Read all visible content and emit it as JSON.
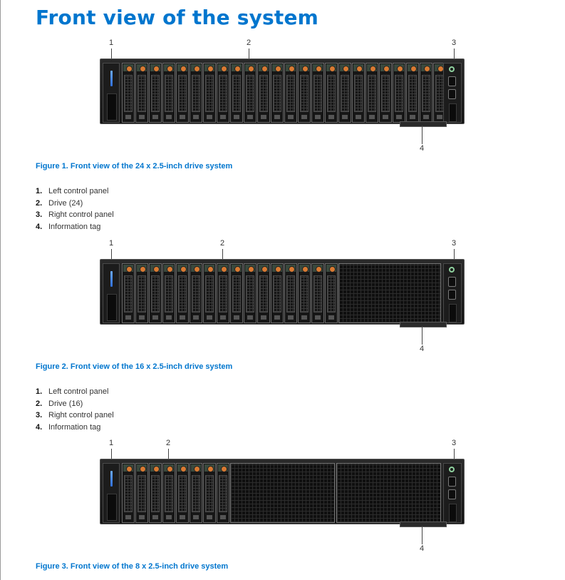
{
  "page": {
    "title": "Front view of the system"
  },
  "figures": [
    {
      "callouts": [
        "1",
        "2",
        "3",
        "4"
      ],
      "drive_count": 24,
      "caption": "Figure 1. Front view of the 24 x 2.5-inch drive system",
      "legend": [
        {
          "num": "1.",
          "label": "Left control panel"
        },
        {
          "num": "2.",
          "label": "Drive (24)"
        },
        {
          "num": "3.",
          "label": "Right control panel"
        },
        {
          "num": "4.",
          "label": "Information tag"
        }
      ]
    },
    {
      "callouts": [
        "1",
        "2",
        "3",
        "4"
      ],
      "drive_count": 16,
      "caption": "Figure 2. Front view of the 16 x 2.5-inch drive system",
      "legend": [
        {
          "num": "1.",
          "label": "Left control panel"
        },
        {
          "num": "2.",
          "label": "Drive (16)"
        },
        {
          "num": "3.",
          "label": "Right control panel"
        },
        {
          "num": "4.",
          "label": "Information tag"
        }
      ]
    },
    {
      "callouts": [
        "1",
        "2",
        "3",
        "4"
      ],
      "drive_count": 8,
      "caption": "Figure 3. Front view of the 8 x 2.5-inch drive system"
    }
  ],
  "colors": {
    "accent": "#0076ce",
    "drive_led": "#d97a32",
    "power_ring": "#8fd19e"
  },
  "icons": [
    "power-button-icon",
    "usb-port-icon"
  ]
}
